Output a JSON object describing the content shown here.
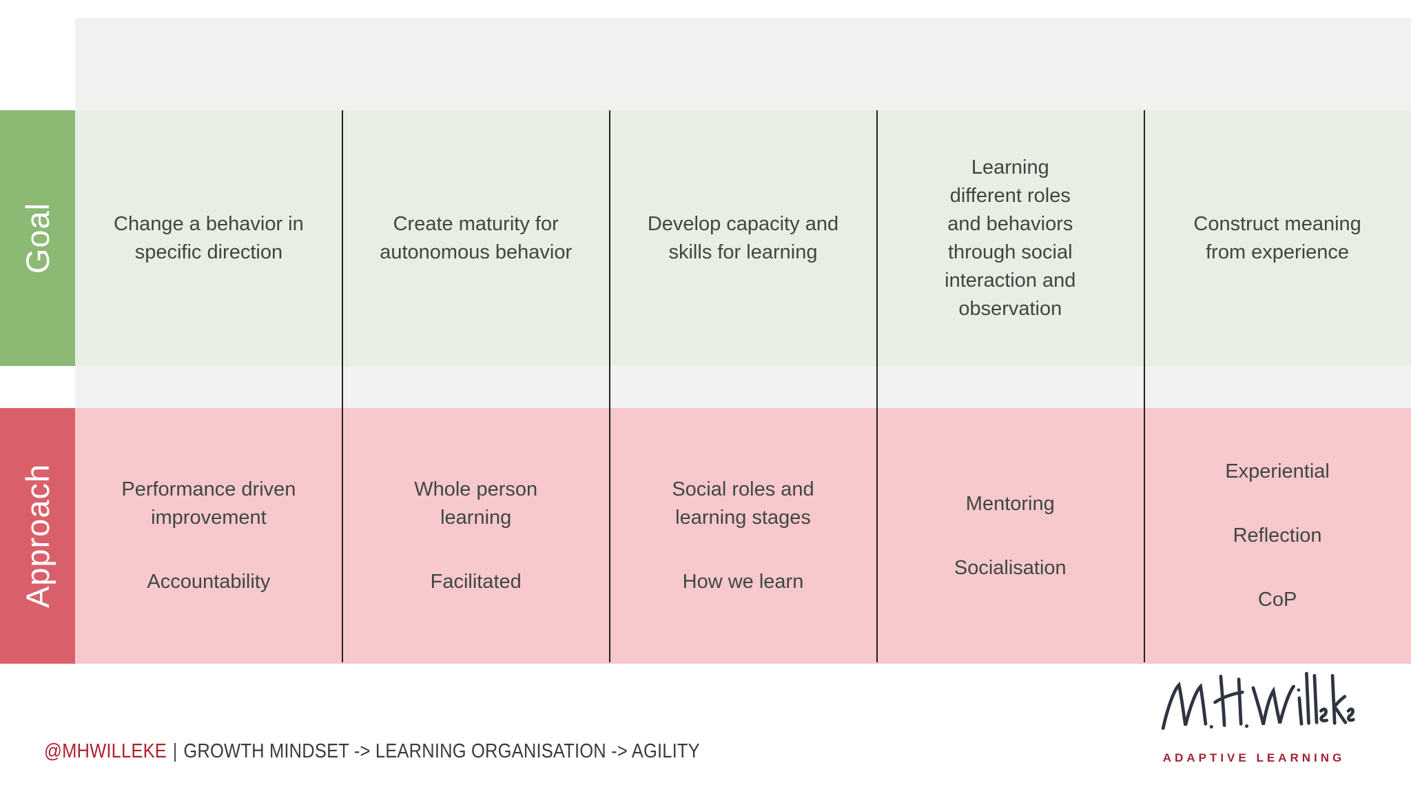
{
  "table": {
    "goal_row": {
      "label": "Goal",
      "cells": [
        "Change a behavior in specific direction",
        "Create maturity for autonomous behavior",
        "Develop capacity and skills for learning",
        "Learning different roles and behaviors through social interaction and observation",
        "Construct meaning from experience"
      ]
    },
    "approach_row": {
      "label": "Approach",
      "cells": [
        [
          "Performance driven improvement",
          "Accountability"
        ],
        [
          "Whole person learning",
          "Facilitated"
        ],
        [
          "Social roles and learning stages",
          "How we learn"
        ],
        [
          "Mentoring",
          "Socialisation"
        ],
        [
          "Experiential",
          "Reflection",
          "CoP"
        ]
      ]
    }
  },
  "footer": {
    "handle": "@MHWILLEKE",
    "separator": "|",
    "breadcrumb": "GROWTH MINDSET -> LEARNING ORGANISATION -> AGILITY",
    "logo_signature": "M.H.Willeke",
    "logo_tagline": "ADAPTIVE LEARNING"
  },
  "colors": {
    "goal_label_bg": "#8cb974",
    "goal_cell_bg": "#e8eee3",
    "approach_label_bg": "#d9606a",
    "approach_cell_bg": "#f7c9cc",
    "header_band_bg": "#f1f2ef",
    "gap_band_bg": "#f2f1f4",
    "divider": "#1e211e",
    "cell_text": "#3f4641",
    "handle_red": "#b01f2c",
    "tagline_red": "#a02335",
    "signature_ink": "#2e3440"
  }
}
